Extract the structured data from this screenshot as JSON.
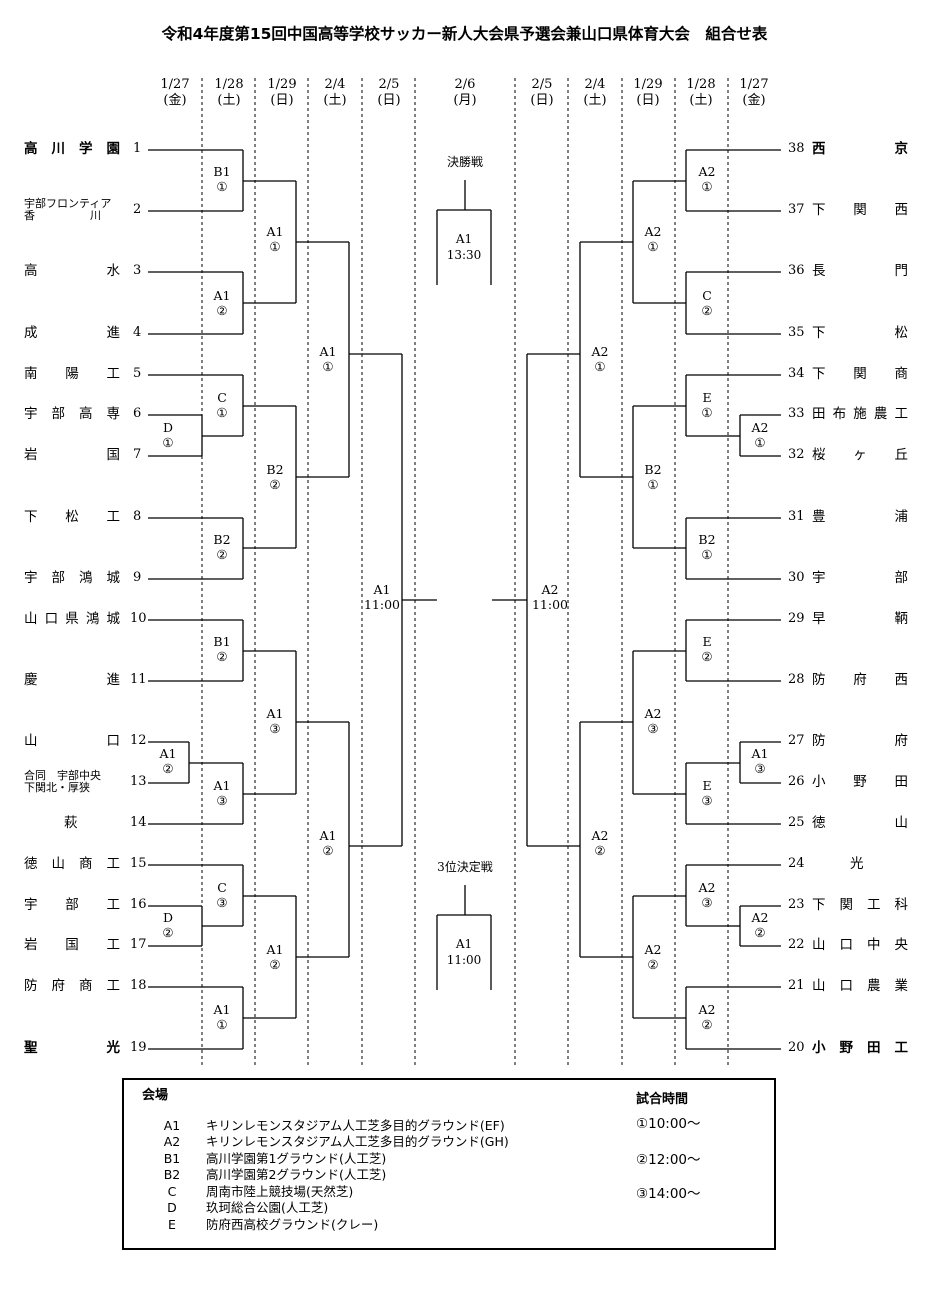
{
  "title": "令和4年度第15回中国高等学校サッカー新人大会県予選会兼山口県体育大会　組合せ表",
  "dates_left": [
    {
      "date": "1/27",
      "day": "(金)"
    },
    {
      "date": "1/28",
      "day": "(土)"
    },
    {
      "date": "1/29",
      "day": "(日)"
    },
    {
      "date": "2/4",
      "day": "(土)"
    },
    {
      "date": "2/5",
      "day": "(日)"
    }
  ],
  "date_center": {
    "date": "2/6",
    "day": "(月)"
  },
  "dates_right": [
    {
      "date": "2/5",
      "day": "(日)"
    },
    {
      "date": "2/4",
      "day": "(土)"
    },
    {
      "date": "1/29",
      "day": "(日)"
    },
    {
      "date": "1/28",
      "day": "(土)"
    },
    {
      "date": "1/27",
      "day": "(金)"
    }
  ],
  "left_teams": [
    {
      "name": "高 川 学 園",
      "seed": "1",
      "bold": true
    },
    {
      "name": "宇部フロンティア|香　　　　　川",
      "seed": "2",
      "small": true
    },
    {
      "name": "高　　　　水",
      "seed": "3"
    },
    {
      "name": "成　　　　進",
      "seed": "4"
    },
    {
      "name": "南　陽　工",
      "seed": "5"
    },
    {
      "name": "宇 部 高 専",
      "seed": "6"
    },
    {
      "name": "岩　　　　国",
      "seed": "7"
    },
    {
      "name": "下　松　工",
      "seed": "8"
    },
    {
      "name": "宇 部 鴻 城",
      "seed": "9"
    },
    {
      "name": "山口県鴻城",
      "seed": "10"
    },
    {
      "name": "慶　　　　進",
      "seed": "11"
    },
    {
      "name": "山　　　　口",
      "seed": "12"
    },
    {
      "name": "合同　宇部中央|下関北・厚狭",
      "seed": "13",
      "small": true
    },
    {
      "name": "萩",
      "seed": "14"
    },
    {
      "name": "徳 山 商 工",
      "seed": "15"
    },
    {
      "name": "宇　部　工",
      "seed": "16"
    },
    {
      "name": "岩　国　工",
      "seed": "17"
    },
    {
      "name": "防 府 商 工",
      "seed": "18"
    },
    {
      "name": "聖　　　　光",
      "seed": "19",
      "bold": true
    }
  ],
  "right_teams": [
    {
      "name": "西　　　　京",
      "seed": "38",
      "bold": true
    },
    {
      "name": "下　関　西",
      "seed": "37"
    },
    {
      "name": "長　　　　門",
      "seed": "36"
    },
    {
      "name": "下　　　　松",
      "seed": "35"
    },
    {
      "name": "下　関　商",
      "seed": "34"
    },
    {
      "name": "田布施農工",
      "seed": "33"
    },
    {
      "name": "桜　ヶ　丘",
      "seed": "32"
    },
    {
      "name": "豊　　　　浦",
      "seed": "31"
    },
    {
      "name": "宇　　　　部",
      "seed": "30"
    },
    {
      "name": "早　　　　鞆",
      "seed": "29"
    },
    {
      "name": "防　府　西",
      "seed": "28"
    },
    {
      "name": "防　　　　府",
      "seed": "27"
    },
    {
      "name": "小　野　田",
      "seed": "26"
    },
    {
      "name": "徳　　　　山",
      "seed": "25"
    },
    {
      "name": "光",
      "seed": "24"
    },
    {
      "name": "下 関 工 科",
      "seed": "23"
    },
    {
      "name": "山 口 中 央",
      "seed": "22"
    },
    {
      "name": "山 口 農 業",
      "seed": "21"
    },
    {
      "name": "小 野 田 工",
      "seed": "20",
      "bold": true
    }
  ],
  "match_labels_left": [
    {
      "venue": "B1",
      "slot": "①"
    },
    {
      "venue": "A1",
      "slot": "①"
    },
    {
      "venue": "A1",
      "slot": "②"
    },
    {
      "venue": "A1",
      "slot": "①"
    },
    {
      "venue": "D",
      "slot": "①"
    },
    {
      "venue": "C",
      "slot": "①"
    },
    {
      "venue": "B2",
      "slot": "②"
    },
    {
      "venue": "B2",
      "slot": "②"
    },
    {
      "venue": "A1",
      "slot": "11:00"
    },
    {
      "venue": "B1",
      "slot": "②"
    },
    {
      "venue": "A1",
      "slot": "③"
    },
    {
      "venue": "A1",
      "slot": "②"
    },
    {
      "venue": "A1",
      "slot": "③"
    },
    {
      "venue": "A1",
      "slot": "②"
    },
    {
      "venue": "C",
      "slot": "③"
    },
    {
      "venue": "D",
      "slot": "②"
    },
    {
      "venue": "A1",
      "slot": "②"
    },
    {
      "venue": "A1",
      "slot": "①"
    }
  ],
  "match_labels_right": [
    {
      "venue": "A2",
      "slot": "①"
    },
    {
      "venue": "A2",
      "slot": "①"
    },
    {
      "venue": "C",
      "slot": "②"
    },
    {
      "venue": "A2",
      "slot": "①"
    },
    {
      "venue": "E",
      "slot": "①"
    },
    {
      "venue": "A2",
      "slot": "①"
    },
    {
      "venue": "B2",
      "slot": "①"
    },
    {
      "venue": "B2",
      "slot": "①"
    },
    {
      "venue": "A2",
      "slot": "11:00"
    },
    {
      "venue": "E",
      "slot": "②"
    },
    {
      "venue": "A2",
      "slot": "③"
    },
    {
      "venue": "A1",
      "slot": "③"
    },
    {
      "venue": "E",
      "slot": "③"
    },
    {
      "venue": "A2",
      "slot": "②"
    },
    {
      "venue": "A2",
      "slot": "③"
    },
    {
      "venue": "A2",
      "slot": "②"
    },
    {
      "venue": "A2",
      "slot": "②"
    },
    {
      "venue": "A2",
      "slot": "②"
    }
  ],
  "final": {
    "heading": "決勝戦",
    "venue": "A1",
    "time": "13:30"
  },
  "third_place": {
    "heading": "3位決定戦",
    "venue": "A1",
    "time": "11:00"
  },
  "legend": {
    "venue_header": "会場",
    "time_header": "試合時間",
    "venues": [
      {
        "code": "A1",
        "name": "キリンレモンスタジアム人工芝多目的グラウンド(EF)"
      },
      {
        "code": "A2",
        "name": "キリンレモンスタジアム人工芝多目的グラウンド(GH)"
      },
      {
        "code": "B1",
        "name": "高川学園第1グラウンド(人工芝)"
      },
      {
        "code": "B2",
        "name": "高川学園第2グラウンド(人工芝)"
      },
      {
        "code": "C",
        "name": "周南市陸上競技場(天然芝)"
      },
      {
        "code": "D",
        "name": "玖珂総合公園(人工芝)"
      },
      {
        "code": "E",
        "name": "防府西高校グラウンド(クレー)"
      }
    ],
    "times": [
      "①10:00～",
      "②12:00～",
      "③14:00～"
    ]
  }
}
